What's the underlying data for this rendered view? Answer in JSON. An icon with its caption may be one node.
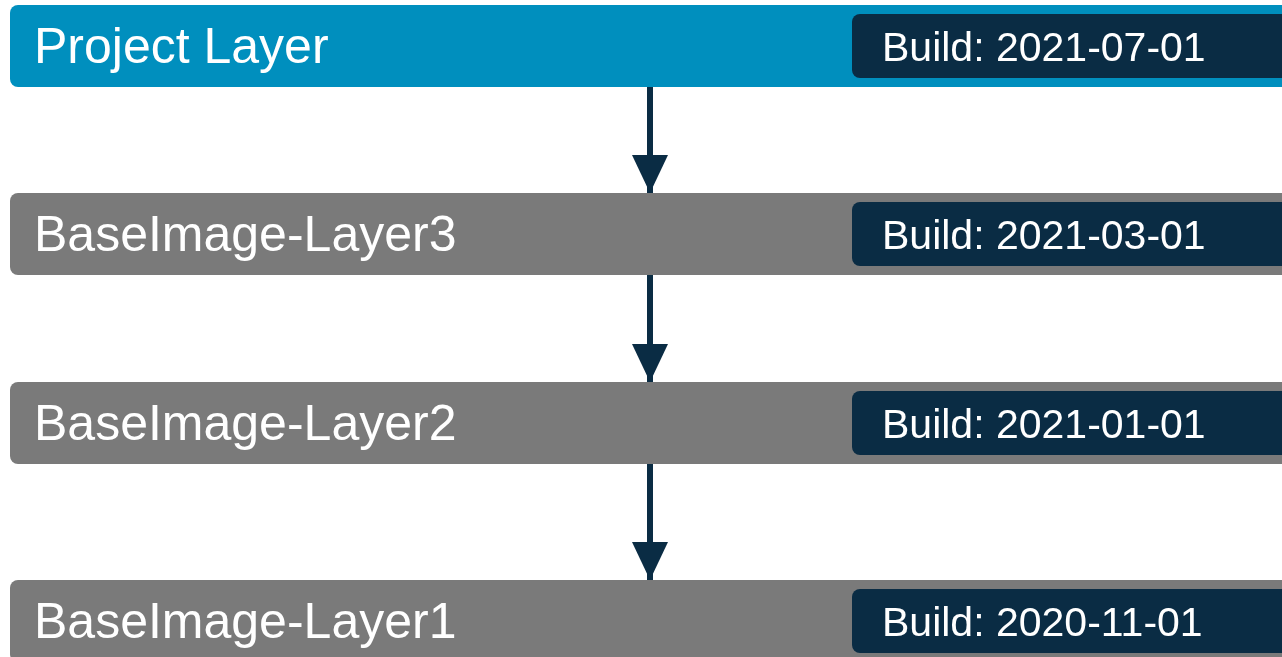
{
  "diagram": {
    "nodes": [
      {
        "text": [
          "Project Layer"
        ]
      },
      {
        "text": [
          "Build: 2021-07-01"
        ],
        "in": 0
      },
      {
        "text": [
          "BaseImage-Layer3"
        ]
      },
      {
        "text": [
          "Build: 2021-03-01"
        ],
        "in": 2
      },
      {
        "text": [
          "BaseImage-Layer2"
        ]
      },
      {
        "text": [
          "Build: 2021-01-01"
        ],
        "in": 4
      },
      {
        "text": [
          "BaseImage-Layer1"
        ]
      },
      {
        "text": [
          "Build: 2020-11-01"
        ],
        "in": 6
      }
    ],
    "edges": [
      {
        "from": 0,
        "to": 2,
        "arrow": "to"
      },
      {
        "from": 2,
        "to": 4,
        "arrow": "to"
      },
      {
        "from": 4,
        "to": 6,
        "arrow": "to"
      }
    ]
  }
}
